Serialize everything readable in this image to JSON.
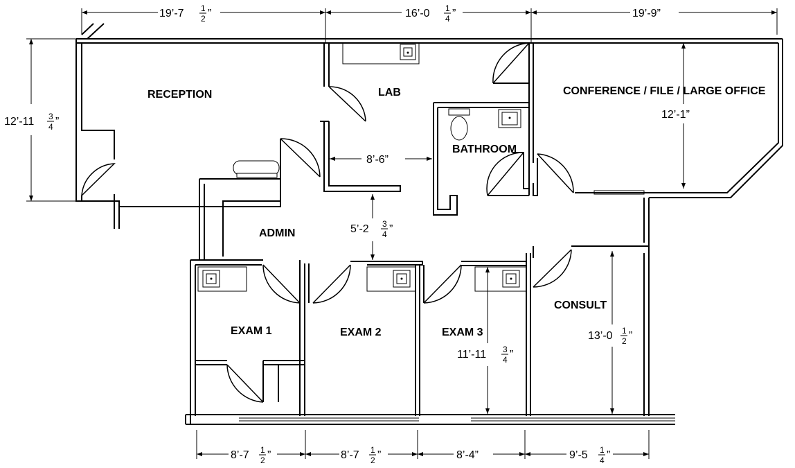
{
  "rooms": {
    "reception": "RECEPTION",
    "lab": "LAB",
    "bathroom": "BATHROOM",
    "conference": "CONFERENCE / FILE / LARGE OFFICE",
    "admin": "ADMIN",
    "exam1": "EXAM 1",
    "exam2": "EXAM 2",
    "exam3": "EXAM 3",
    "consult": "CONSULT"
  },
  "dimensions": {
    "top_reception": {
      "main": "19’-7",
      "num": "1",
      "den": "2",
      "tail": "”"
    },
    "top_lab": {
      "main": "16’-0",
      "num": "1",
      "den": "4",
      "tail": "”"
    },
    "top_conference": {
      "main": "19’-9”"
    },
    "left_height": {
      "main": "12’-11",
      "num": "3",
      "den": "4",
      "tail": "”"
    },
    "lab_width": {
      "main": "8’-6”"
    },
    "conference_height": {
      "main": "12’-1”"
    },
    "admin_gap": {
      "main": "5’-2",
      "num": "3",
      "den": "4",
      "tail": "”"
    },
    "exam3_height": {
      "main": "11’-11",
      "num": "3",
      "den": "4",
      "tail": "”"
    },
    "consult_height": {
      "main": "13’-0",
      "num": "1",
      "den": "2",
      "tail": "”"
    },
    "bottom_exam1": {
      "main": "8’-7",
      "num": "1",
      "den": "2",
      "tail": "”"
    },
    "bottom_exam2": {
      "main": "8’-7",
      "num": "1",
      "den": "2",
      "tail": "”"
    },
    "bottom_exam3": {
      "main": "8’-4”"
    },
    "bottom_consult": {
      "main": "9’-5",
      "num": "1",
      "den": "4",
      "tail": "”"
    }
  }
}
